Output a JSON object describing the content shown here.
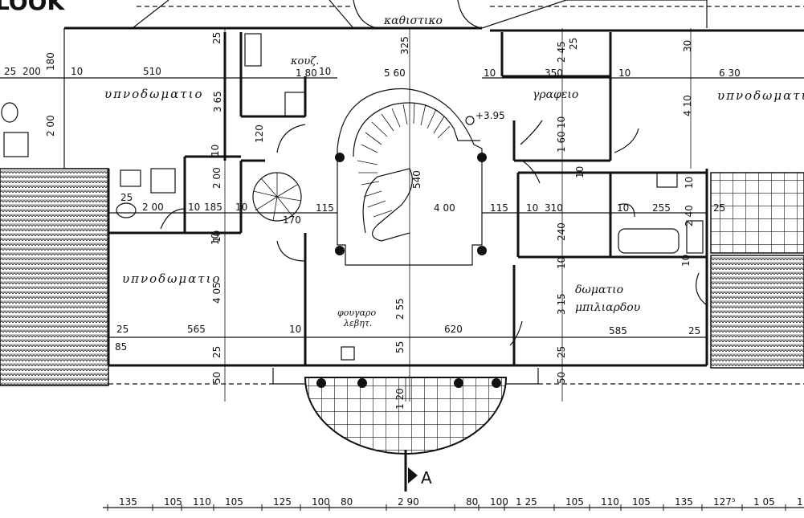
{
  "title": "LOOK",
  "rooms": {
    "lounge": "καθιστικο",
    "kitchenette": "κουζ.",
    "bedroom_left": "υπνοδωματιο",
    "bedroom_right": "υπνοδωματιο",
    "office": "γραφειο",
    "bedroom_bottom": "υπνοδωματιο",
    "oven_line1": "φουγαρο",
    "oven_line2": "λεβητ.",
    "billiard_line1": "δωματιο",
    "billiard_line2": "μπιλιαρδου"
  },
  "level": "+3.95",
  "section_marker": "A",
  "dims": {
    "d325": "325",
    "d25a": "25",
    "d180_kitchen": "1 80",
    "d10a": "10",
    "d560": "5 60",
    "d10b": "10",
    "d350": "350",
    "d10c": "10",
    "d630": "6 30",
    "d245": "2 45",
    "d25b": "25",
    "d30": "30",
    "d410": "4 10",
    "d25c": "25",
    "d200a": "200",
    "d180a": "180",
    "d10d": "10",
    "d510": "510",
    "d365": "3 65",
    "d120": "120",
    "d10e": "10",
    "d200b": "2 00",
    "d200c": "2 00",
    "d10f": "10",
    "d540": "540",
    "d160": "1 60",
    "d10g": "10",
    "d10h": "10",
    "d10i": "10",
    "d25d": "25",
    "d200d": "2 00",
    "d10j": "10",
    "d185": "185",
    "d10k": "10",
    "d115a": "115",
    "d170": "170",
    "d400": "4 00",
    "d115b": "115",
    "d10l": "10",
    "d310": "310",
    "d10m": "10",
    "d255a": "255",
    "d240a": "240",
    "d240b": "2 40",
    "d25e": "25",
    "d10n": "10",
    "d10o": "10",
    "d405": "4 05",
    "d255b": "2 55",
    "d315": "3 15",
    "d10p": "10",
    "d25f": "25",
    "d565": "565",
    "d10q": "10",
    "d620": "620",
    "d585": "585",
    "d25g": "25",
    "d85": "85",
    "d25h": "25",
    "d55": "55",
    "d25i": "25",
    "d50a": "50",
    "d120b": "1 20",
    "d50b": "50"
  },
  "bottom_dims": [
    "135",
    "105",
    "110",
    "105",
    "125",
    "100",
    "80",
    "2 90",
    "80",
    "100",
    "1 25",
    "105",
    "110",
    "105",
    "135",
    "127⁵",
    "1 05",
    "1"
  ],
  "colors": {
    "ink": "#111111",
    "paper": "#ffffff"
  }
}
